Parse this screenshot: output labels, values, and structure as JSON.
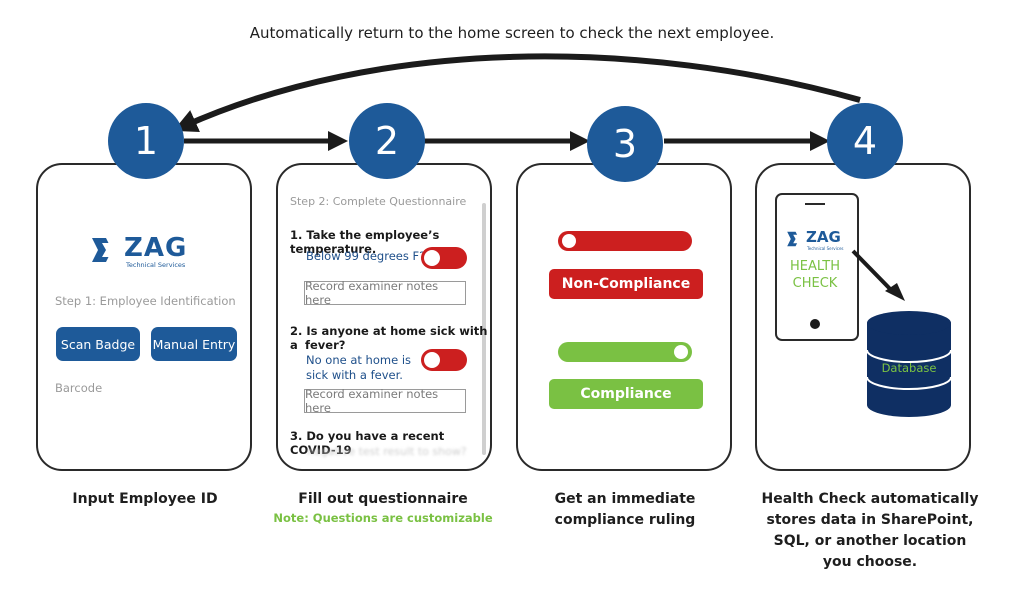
{
  "caption_top": "Automatically return to the home screen to check the next employee.",
  "steps": [
    {
      "number": "1",
      "label": "Input Employee ID"
    },
    {
      "number": "2",
      "label": "Fill out questionnaire",
      "note": "Note: Questions are customizable"
    },
    {
      "number": "3",
      "label_lines": [
        "Get an immediate",
        "compliance ruling"
      ]
    },
    {
      "number": "4",
      "label_lines": [
        "Health Check automatically",
        "stores data in SharePoint,",
        "SQL, or another location",
        "you choose."
      ]
    }
  ],
  "card1": {
    "logo_text": "ZAG",
    "logo_sub": "Technical Services",
    "step_title": "Step 1: Employee Identification",
    "scan_button": "Scan Badge",
    "manual_button": "Manual Entry",
    "barcode_label": "Barcode"
  },
  "card2": {
    "step_title": "Step 2: Complete Questionnaire",
    "q1": "1.  Take the employee’s temperature.",
    "q1_sub": "Below 99 degrees F?",
    "notes_placeholder": "Record examiner notes here",
    "q2_line1": "2.  Is anyone at home sick with a",
    "q2_line2": "fever?",
    "q2_sub_line1": "No one at home is",
    "q2_sub_line2": "sick with a fever.",
    "q3": "3.  Do you have a recent COVID-19",
    "q3_faded": "negative test result to show?"
  },
  "card3": {
    "noncompliance": "Non-Compliance",
    "compliance": "Compliance"
  },
  "card4": {
    "logo_text": "ZAG",
    "logo_sub": "Technical Services",
    "health_line1": "HEALTH",
    "health_line2": "CHECK",
    "database_label": "Database"
  },
  "colors": {
    "blue": "#1e5a99",
    "red": "#cc1f1f",
    "green": "#7ac143"
  }
}
